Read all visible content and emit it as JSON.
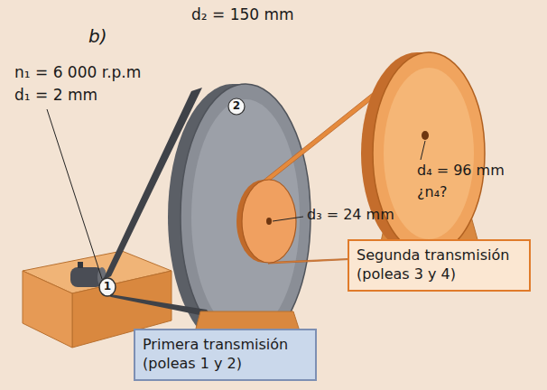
{
  "diagram": {
    "nodes": [
      {
        "text": [
          "Segunda transmisión (poleas 3 y 4)"
        ]
      },
      {
        "text": [
          "Primera transmisión (poleas 1 y 2)"
        ]
      }
    ],
    "labels": [
      "b)",
      "d₂ = 150 mm",
      "n₁ = 6 000 r.p.m",
      "d₁ = 2 mm",
      "2",
      "1",
      "d₄ = 96 mm",
      "¿n₄?",
      "d₃ = 24 mm"
    ]
  }
}
